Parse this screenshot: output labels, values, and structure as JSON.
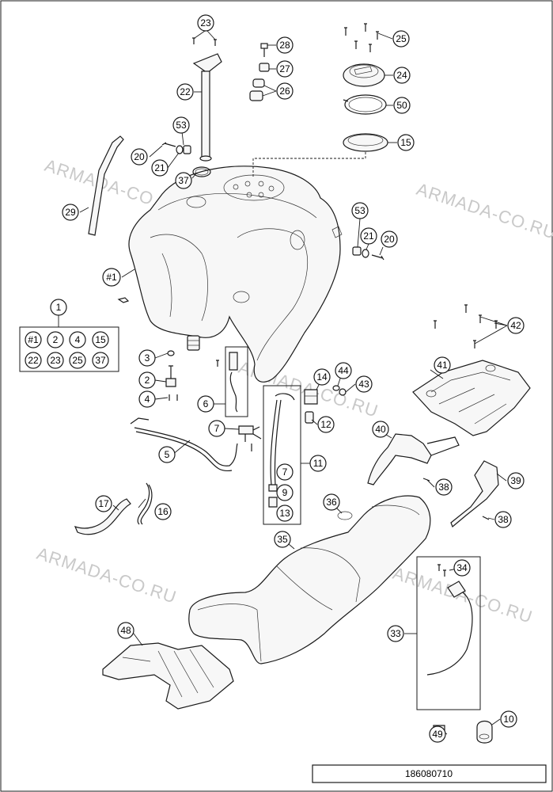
{
  "watermark": "ARMADA-CO.RU",
  "drawing_number": "186080710",
  "callouts": {
    "c1": "1",
    "c2": "2",
    "c3": "3",
    "c4": "4",
    "c5": "5",
    "c6": "6",
    "c7a": "7",
    "c7b": "7",
    "c9": "9",
    "c10": "10",
    "c11": "11",
    "c12": "12",
    "c13": "13",
    "c14": "14",
    "c15": "15",
    "c16": "16",
    "c17": "17",
    "c20a": "20",
    "c20b": "20",
    "c21a": "21",
    "c21b": "21",
    "c22": "22",
    "c23": "23",
    "c24": "24",
    "c25": "25",
    "c26": "26",
    "c27": "27",
    "c28": "28",
    "c29": "29",
    "c33": "33",
    "c34": "34",
    "c35": "35",
    "c36": "36",
    "c37": "37",
    "c38a": "38",
    "c38b": "38",
    "c39": "39",
    "c40": "40",
    "c41": "41",
    "c42": "42",
    "c43": "43",
    "c44": "44",
    "c48": "48",
    "c49": "49",
    "c50": "50",
    "c53a": "53",
    "c53b": "53",
    "cT1": "#1"
  },
  "kit_table": [
    "#1",
    "2",
    "4",
    "15",
    "22",
    "23",
    "25",
    "37"
  ]
}
